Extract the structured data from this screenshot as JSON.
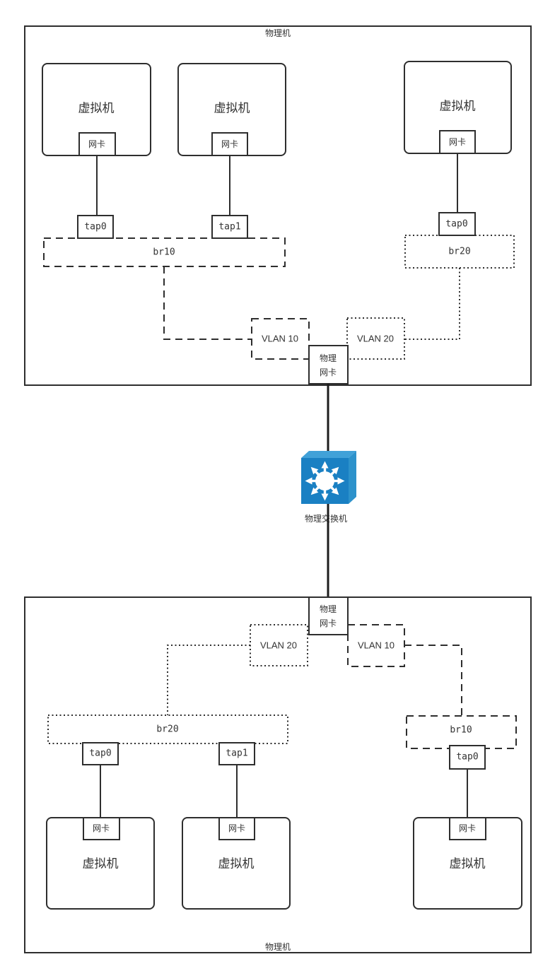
{
  "colors": {
    "stroke": "#2e2e2e",
    "switch_front": "#1a80c3",
    "switch_top": "#41a1d8",
    "switch_side": "#2d92cb",
    "switch_glyph": "#ffffff"
  },
  "top_host": {
    "label": "物理机",
    "vms": [
      {
        "label": "虚拟机",
        "nic": "网卡"
      },
      {
        "label": "虚拟机",
        "nic": "网卡"
      },
      {
        "label": "虚拟机",
        "nic": "网卡"
      }
    ],
    "taps": [
      "tap0",
      "tap1",
      "tap0"
    ],
    "bridges": {
      "br10": "br10",
      "br20": "br20"
    },
    "vlans": {
      "vlan10": "VLAN 10",
      "vlan20": "VLAN 20"
    },
    "physical_nic": {
      "line1": "物理",
      "line2": "网卡"
    }
  },
  "switch": {
    "label": "物理交换机"
  },
  "bottom_host": {
    "label": "物理机",
    "physical_nic": {
      "line1": "物理",
      "line2": "网卡"
    },
    "vlans": {
      "vlan20": "VLAN 20",
      "vlan10": "VLAN 10"
    },
    "bridges": {
      "br20": "br20",
      "br10": "br10"
    },
    "taps": [
      "tap0",
      "tap1",
      "tap0"
    ],
    "vms": [
      {
        "label": "虚拟机",
        "nic": "网卡"
      },
      {
        "label": "虚拟机",
        "nic": "网卡"
      },
      {
        "label": "虚拟机",
        "nic": "网卡"
      }
    ]
  }
}
